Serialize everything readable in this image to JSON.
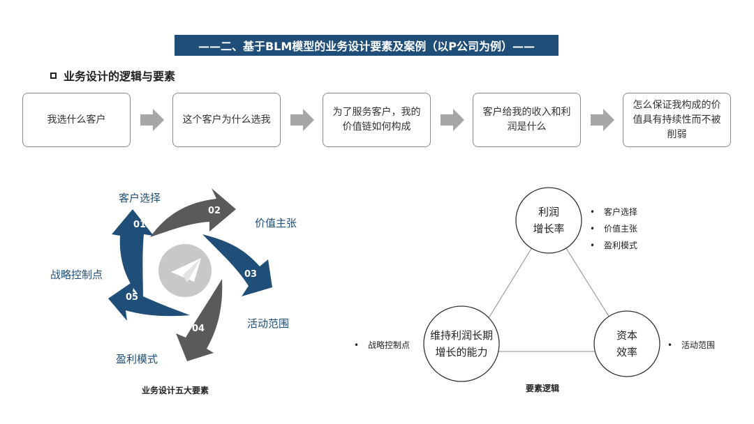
{
  "banner": {
    "title": "——二、基于BLM模型的业务设计要素及案例（以P公司为例）——"
  },
  "section": {
    "title": "业务设计的逻辑与要素"
  },
  "flow": {
    "steps": [
      {
        "text": "我选什么客户"
      },
      {
        "text": "这个客户为什么选我"
      },
      {
        "text": "为了服务客户，我的价值链如何构成"
      },
      {
        "text": "客户给我的收入和利润是什么"
      },
      {
        "text": "怎么保证我构成的价值具有持续性而不被削弱"
      }
    ]
  },
  "cycle_diagram": {
    "caption": "业务设计五大要素",
    "elements": [
      {
        "number": "01",
        "label": "客户选择"
      },
      {
        "number": "02",
        "label": "价值主张"
      },
      {
        "number": "03",
        "label": "活动范围"
      },
      {
        "number": "04",
        "label": "盈利模式"
      },
      {
        "number": "05",
        "label": "战略控制点"
      }
    ],
    "colors": {
      "navy": "#1f4e79",
      "gray": "#5a5a5a",
      "center": "#c8c8c8"
    },
    "center_icon": "paper-plane-icon"
  },
  "triangle_diagram": {
    "caption": "要素逻辑",
    "nodes": {
      "top": {
        "text": "利润\n增长率",
        "bullets": [
          "客户选择",
          "价值主张",
          "盈利模式"
        ]
      },
      "left": {
        "text": "维持利润长期\n增长的能力",
        "bullets": [
          "战略控制点"
        ]
      },
      "right": {
        "text": "资本\n效率",
        "bullets": [
          "活动范围"
        ]
      }
    }
  }
}
